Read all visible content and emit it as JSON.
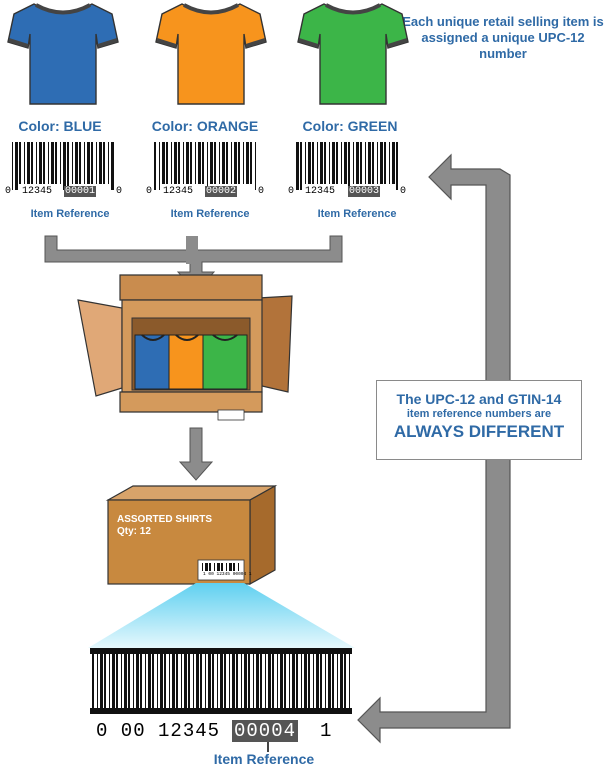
{
  "headline": "Each unique retail selling item is assigned a unique UPC-12 number",
  "shirts": [
    {
      "color_label": "Color: BLUE",
      "fill": "#2e6db4",
      "upc_left": "0",
      "upc_mid": "12345",
      "upc_ref": "00001",
      "upc_right": "0",
      "ref_label": "Item Reference"
    },
    {
      "color_label": "Color: ORANGE",
      "fill": "#f7941d",
      "upc_left": "0",
      "upc_mid": "12345",
      "upc_ref": "00002",
      "upc_right": "0",
      "ref_label": "Item Reference"
    },
    {
      "color_label": "Color: GREEN",
      "fill": "#3cb548",
      "upc_left": "0",
      "upc_mid": "12345",
      "upc_ref": "00003",
      "upc_right": "0",
      "ref_label": "Item Reference"
    }
  ],
  "info_box": {
    "line1": "The UPC-12 and GTIN-14",
    "line2": "item reference numbers are",
    "line3": "ALWAYS DIFFERENT"
  },
  "case": {
    "label_line1": "ASSORTED SHIRTS",
    "label_line2": "Qty: 12",
    "mini_barcode_text": "1 00 12345 00004 1"
  },
  "gtin": {
    "digits_left": "0 00 12345",
    "digits_ref": "00004",
    "digits_right": "1",
    "ref_label": "Item Reference"
  },
  "colors": {
    "accent_blue": "#2f6aa6",
    "arrow_gray": "#8c8c8c",
    "cardboard": "#c8893f",
    "cardboard_dark": "#a66a2c",
    "scan_beam": "#9fe3f5"
  }
}
